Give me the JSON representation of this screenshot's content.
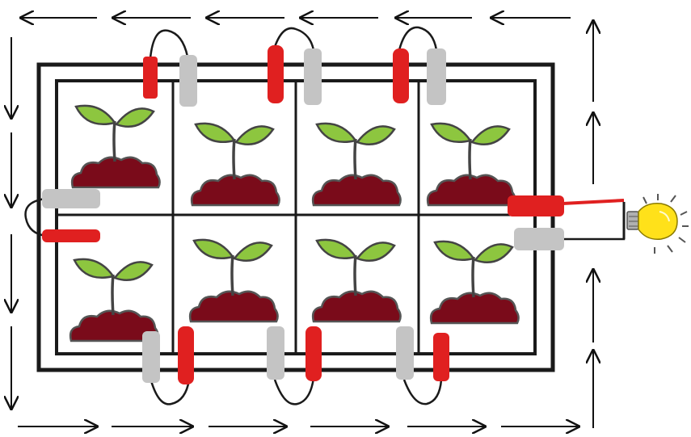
{
  "diagram": {
    "grid": {
      "rows": 2,
      "cols": 4
    },
    "cells": [
      {
        "row": 0,
        "col": 0,
        "icon": "sprout-in-soil-icon"
      },
      {
        "row": 0,
        "col": 1,
        "icon": "sprout-in-soil-icon"
      },
      {
        "row": 0,
        "col": 2,
        "icon": "sprout-in-soil-icon"
      },
      {
        "row": 0,
        "col": 3,
        "icon": "sprout-in-soil-icon"
      },
      {
        "row": 1,
        "col": 0,
        "icon": "sprout-in-soil-icon"
      },
      {
        "row": 1,
        "col": 1,
        "icon": "sprout-in-soil-icon"
      },
      {
        "row": 1,
        "col": 2,
        "icon": "sprout-in-soil-icon"
      },
      {
        "row": 1,
        "col": 3,
        "icon": "sprout-in-soil-icon"
      }
    ],
    "connections": {
      "top": [
        "red",
        "gray",
        "red",
        "gray",
        "red",
        "gray"
      ],
      "bottom": [
        "gray",
        "red",
        "gray",
        "red",
        "gray",
        "red"
      ],
      "left": [
        "gray",
        "red"
      ],
      "right": [
        "red",
        "gray"
      ]
    },
    "current_flow": [
      "top-leftward",
      "left-downward",
      "bottom-rightward",
      "right-upward"
    ],
    "load": {
      "icon": "light-bulb-icon",
      "state": "lit"
    },
    "colors": {
      "positive_lead": "#e02020",
      "negative_lead": "#c4c4c4",
      "leaf": "#8dc63f",
      "soil": "#7a0b1a",
      "frame": "#1a1a1a",
      "bulb": "#ffe11a",
      "arrow": "#111111"
    }
  }
}
